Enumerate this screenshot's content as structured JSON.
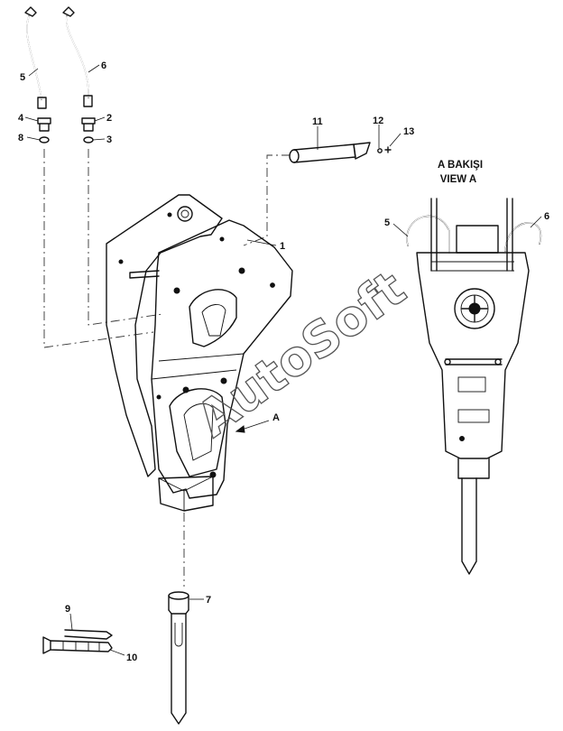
{
  "view_label": {
    "line1": "A BAKIŞI",
    "line2": "VIEW A"
  },
  "watermark": "AutoSoft",
  "callouts": [
    {
      "id": "c1",
      "text": "1"
    },
    {
      "id": "c2",
      "text": "2"
    },
    {
      "id": "c3",
      "text": "3"
    },
    {
      "id": "c4",
      "text": "4"
    },
    {
      "id": "c5",
      "text": "5"
    },
    {
      "id": "c6",
      "text": "6"
    },
    {
      "id": "c7",
      "text": "7"
    },
    {
      "id": "c8",
      "text": "8"
    },
    {
      "id": "c9",
      "text": "9"
    },
    {
      "id": "c10",
      "text": "10"
    },
    {
      "id": "c11",
      "text": "11"
    },
    {
      "id": "c12",
      "text": "12"
    },
    {
      "id": "c13",
      "text": "13"
    },
    {
      "id": "cA",
      "text": "A"
    },
    {
      "id": "c5b",
      "text": "5"
    },
    {
      "id": "c6b",
      "text": "6"
    }
  ]
}
